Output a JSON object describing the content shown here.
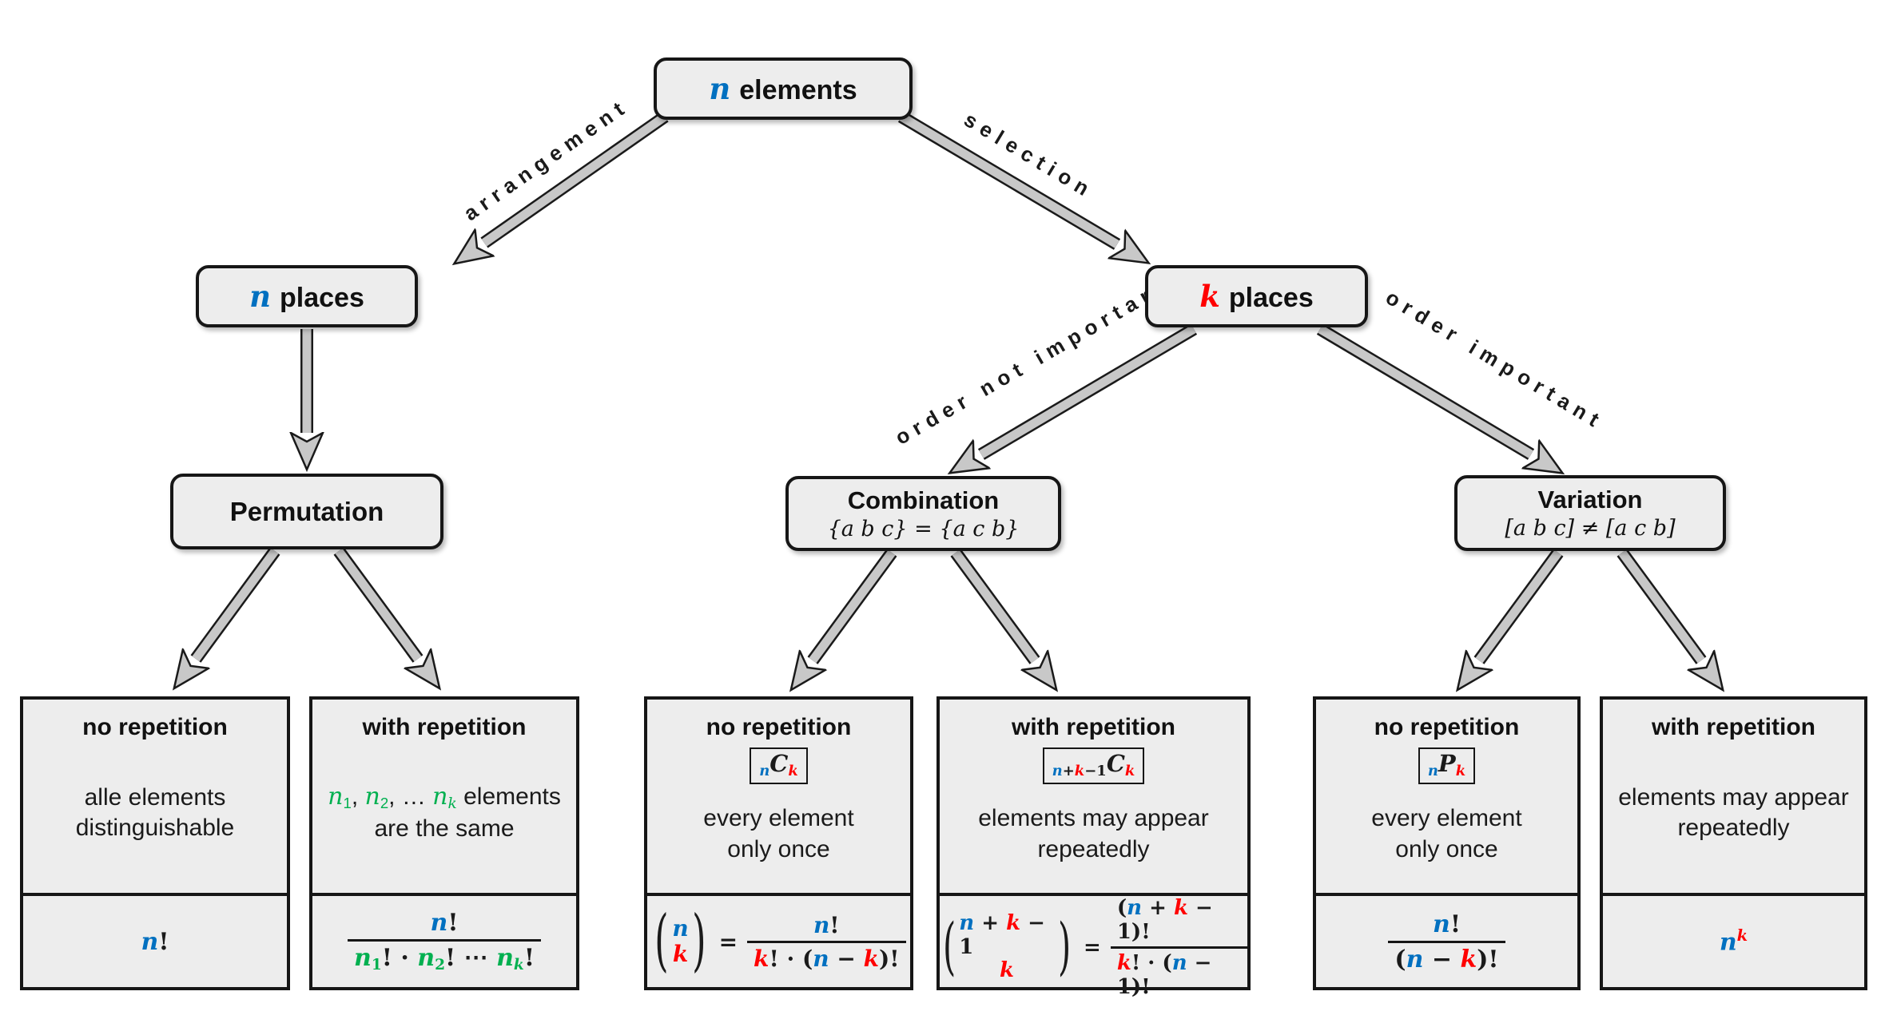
{
  "palette": {
    "blue": "#0070C0",
    "red": "#FF0000",
    "green": "#00B050",
    "box_fill": "#EDEDED",
    "border": "#161616",
    "arrow_fill": "#C8C8C8"
  },
  "nodes": {
    "root": {
      "var": "n",
      "text": "elements"
    },
    "n_places": {
      "var": "n",
      "text": "places"
    },
    "k_places": {
      "var": "k",
      "text": "places"
    },
    "permutation": {
      "title": "Permutation"
    },
    "combination": {
      "title": "Combination",
      "subtitle": "{a b c} = {a c b}"
    },
    "variation": {
      "title": "Variation",
      "subtitle": "[a b c] ≠ [a c b]"
    }
  },
  "edges": {
    "arrangement": "arrangement",
    "selection": "selection",
    "order_not_important": "order not important",
    "order_important": "order important"
  },
  "leaves": [
    {
      "title": "no repetition",
      "desc1": "alle elements",
      "desc2": "distinguishable",
      "formula": [
        {
          "t": "n",
          "c": "b",
          "i": 1
        },
        {
          "t": "!"
        }
      ]
    },
    {
      "title": "with repetition",
      "desc1_tokens": [
        {
          "t": "n",
          "c": "g",
          "i": 1
        },
        {
          "t": "1",
          "c": "g",
          "v": "sub"
        },
        {
          "t": ", "
        },
        {
          "t": "n",
          "c": "g",
          "i": 1
        },
        {
          "t": "2",
          "c": "g",
          "v": "sub"
        },
        {
          "t": ", … "
        },
        {
          "t": "n",
          "c": "g",
          "i": 1
        },
        {
          "t": "k",
          "c": "g",
          "i": 1,
          "v": "sub"
        },
        {
          "t": " elements"
        }
      ],
      "desc2": "are the same",
      "formula_num": [
        {
          "t": "n",
          "c": "b",
          "i": 1
        },
        {
          "t": "!"
        }
      ],
      "formula_den": [
        {
          "t": "n",
          "c": "g",
          "i": 1
        },
        {
          "t": "1",
          "c": "g",
          "v": "sub"
        },
        {
          "t": "! · "
        },
        {
          "t": "n",
          "c": "g",
          "i": 1
        },
        {
          "t": "2",
          "c": "g",
          "v": "sub"
        },
        {
          "t": "! ⋯ "
        },
        {
          "t": "n",
          "c": "g",
          "i": 1
        },
        {
          "t": "k",
          "c": "g",
          "i": 1,
          "v": "sub"
        },
        {
          "t": "!"
        }
      ]
    },
    {
      "title": "no repetition",
      "badge": [
        {
          "t": "n",
          "c": "b",
          "i": 1,
          "v": "sub"
        },
        {
          "t": "C",
          "i": 1
        },
        {
          "t": "k",
          "c": "r",
          "i": 1,
          "v": "sub"
        }
      ],
      "desc1": "every element",
      "desc2": "only once",
      "paren_l": "(",
      "paren_r": ")",
      "eq": "=",
      "binom_top": [
        {
          "t": "n",
          "c": "b",
          "i": 1
        }
      ],
      "binom_bot": [
        {
          "t": "k",
          "c": "r",
          "i": 1
        }
      ],
      "formula_num": [
        {
          "t": "n",
          "c": "b",
          "i": 1
        },
        {
          "t": "!"
        }
      ],
      "formula_den": [
        {
          "t": "k",
          "c": "r",
          "i": 1
        },
        {
          "t": "! · ("
        },
        {
          "t": "n",
          "c": "b",
          "i": 1
        },
        {
          "t": " − "
        },
        {
          "t": "k",
          "c": "r",
          "i": 1
        },
        {
          "t": ")!"
        }
      ]
    },
    {
      "title": "with repetition",
      "badge": [
        {
          "t": "n",
          "c": "b",
          "i": 1,
          "v": "sub"
        },
        {
          "t": "+",
          "v": "sub"
        },
        {
          "t": "k",
          "c": "r",
          "i": 1,
          "v": "sub"
        },
        {
          "t": "−",
          "v": "sub"
        },
        {
          "t": "1",
          "v": "sub"
        },
        {
          "t": "C",
          "i": 1
        },
        {
          "t": "k",
          "c": "r",
          "i": 1,
          "v": "sub"
        }
      ],
      "desc1": "elements may appear",
      "desc2": "repeatedly",
      "paren_l": "(",
      "paren_r": ")",
      "eq": "=",
      "binom_top": [
        {
          "t": "n",
          "c": "b",
          "i": 1
        },
        {
          "t": " + "
        },
        {
          "t": "k",
          "c": "r",
          "i": 1
        },
        {
          "t": " − 1"
        }
      ],
      "binom_bot": [
        {
          "t": "k",
          "c": "r",
          "i": 1
        }
      ],
      "formula_num": [
        {
          "t": "("
        },
        {
          "t": "n",
          "c": "b",
          "i": 1
        },
        {
          "t": " + "
        },
        {
          "t": "k",
          "c": "r",
          "i": 1
        },
        {
          "t": " − 1)!"
        }
      ],
      "formula_den": [
        {
          "t": "k",
          "c": "r",
          "i": 1
        },
        {
          "t": "! · ("
        },
        {
          "t": "n",
          "c": "b",
          "i": 1
        },
        {
          "t": " − 1)!"
        }
      ]
    },
    {
      "title": "no repetition",
      "badge": [
        {
          "t": "n",
          "c": "b",
          "i": 1,
          "v": "sub"
        },
        {
          "t": "P",
          "i": 1
        },
        {
          "t": "k",
          "c": "r",
          "i": 1,
          "v": "sub"
        }
      ],
      "desc1": "every element",
      "desc2": "only once",
      "formula_num": [
        {
          "t": "n",
          "c": "b",
          "i": 1
        },
        {
          "t": "!"
        }
      ],
      "formula_den": [
        {
          "t": "("
        },
        {
          "t": "n",
          "c": "b",
          "i": 1
        },
        {
          "t": " − "
        },
        {
          "t": "k",
          "c": "r",
          "i": 1
        },
        {
          "t": ")!"
        }
      ]
    },
    {
      "title": "with repetition",
      "desc1": "elements may appear",
      "desc2": "repeatedly",
      "formula": [
        {
          "t": "n",
          "c": "b",
          "i": 1
        },
        {
          "t": "k",
          "c": "r",
          "i": 1,
          "v": "sup"
        }
      ]
    }
  ]
}
